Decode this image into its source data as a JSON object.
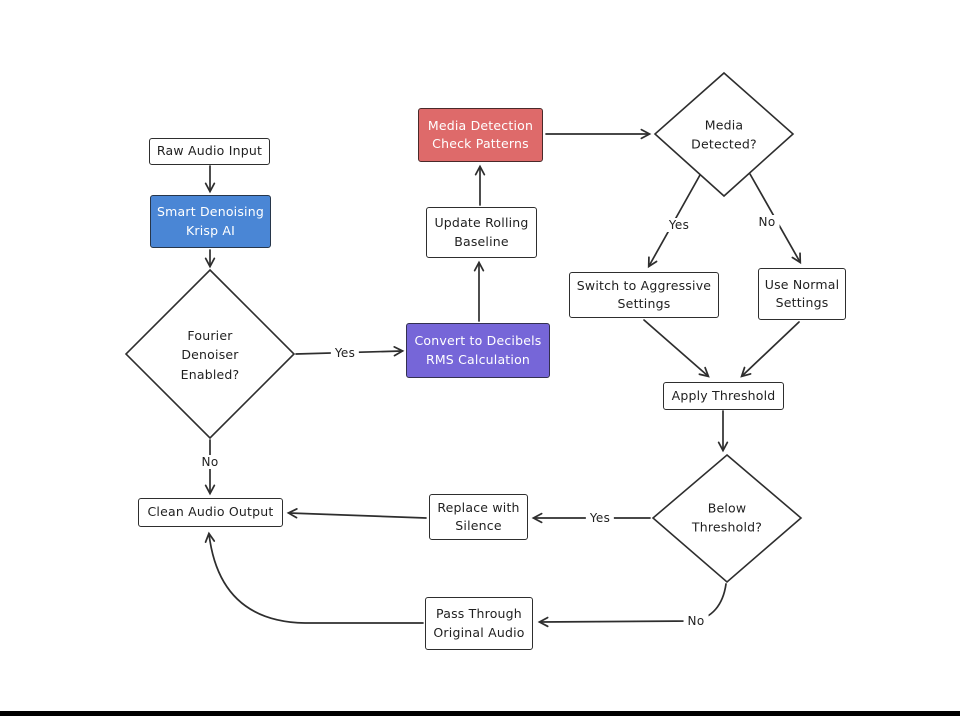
{
  "canvas": {
    "background": "#ffffff",
    "line_color": "#2e2e2e",
    "bottom_bar_color": "#000000"
  },
  "colors": {
    "blue_fill": "#4a86d5",
    "purple_fill": "#7666d8",
    "red_fill": "#de6a6a",
    "node_text_on_color": "#ffffff",
    "node_text": "#1f1f1f"
  },
  "nodes": [
    {
      "id": "raw-audio-input",
      "shape": "rect",
      "fill": "white",
      "label": "Raw Audio Input"
    },
    {
      "id": "smart-denoising",
      "shape": "rect",
      "fill": "blue",
      "label": "Smart Denoising\nKrisp AI"
    },
    {
      "id": "fourier-denoiser",
      "shape": "diamond",
      "fill": "white",
      "label": "Fourier\nDenoiser\nEnabled?"
    },
    {
      "id": "convert-decibels",
      "shape": "rect",
      "fill": "purple",
      "label": "Convert to Decibels\nRMS Calculation"
    },
    {
      "id": "update-baseline",
      "shape": "rect",
      "fill": "white",
      "label": "Update Rolling\nBaseline"
    },
    {
      "id": "media-detection",
      "shape": "rect",
      "fill": "red",
      "label": "Media Detection\nCheck Patterns"
    },
    {
      "id": "media-detected",
      "shape": "diamond",
      "fill": "white",
      "label": "Media\nDetected?"
    },
    {
      "id": "switch-aggressive",
      "shape": "rect",
      "fill": "white",
      "label": "Switch to Aggressive\nSettings"
    },
    {
      "id": "use-normal",
      "shape": "rect",
      "fill": "white",
      "label": "Use Normal\nSettings"
    },
    {
      "id": "apply-threshold",
      "shape": "rect",
      "fill": "white",
      "label": "Apply Threshold"
    },
    {
      "id": "below-threshold",
      "shape": "diamond",
      "fill": "white",
      "label": "Below\nThreshold?"
    },
    {
      "id": "replace-silence",
      "shape": "rect",
      "fill": "white",
      "label": "Replace with\nSilence"
    },
    {
      "id": "clean-output",
      "shape": "rect",
      "fill": "white",
      "label": "Clean Audio Output"
    },
    {
      "id": "pass-through",
      "shape": "rect",
      "fill": "white",
      "label": "Pass Through\nOriginal Audio"
    }
  ],
  "edge_labels": [
    {
      "id": "fourier-yes",
      "label": "Yes"
    },
    {
      "id": "fourier-no",
      "label": "No"
    },
    {
      "id": "media-yes",
      "label": "Yes"
    },
    {
      "id": "media-no",
      "label": "No"
    },
    {
      "id": "below-yes",
      "label": "Yes"
    },
    {
      "id": "below-no",
      "label": "No"
    }
  ]
}
